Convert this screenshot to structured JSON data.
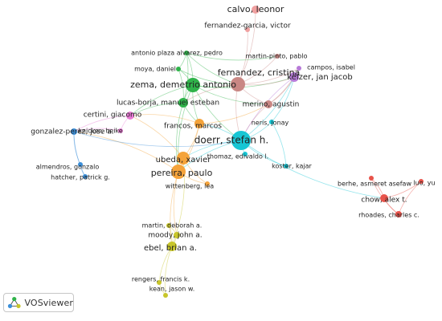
{
  "brand": {
    "name": "VOSviewer",
    "logo_icon": "vosviewer-logo-icon"
  },
  "palette": {
    "red": "#e8534a",
    "green": "#2fb34a",
    "blue": "#3b8fd9",
    "yellow": "#c8c62a",
    "purple": "#b77ad8",
    "cyan": "#17c6d4",
    "orange": "#f5a33a",
    "brown": "#c98784",
    "pink": "#e87ad4",
    "salmon": "#f0a0a0"
  },
  "nodes": [
    {
      "id": "calvo",
      "label": "calvo, leonor",
      "cluster": "salmon",
      "size": 5
    },
    {
      "id": "fgarcia",
      "label": "fernandez-garcia, victor",
      "cluster": "salmon",
      "size": 3
    },
    {
      "id": "antonio",
      "label": "antonio plaza alvarez, pedro",
      "cluster": "green",
      "size": 3
    },
    {
      "id": "moya",
      "label": "moya, daniel",
      "cluster": "green",
      "size": 3
    },
    {
      "id": "zema",
      "label": "zema, demetrio antonio",
      "cluster": "green",
      "size": 9
    },
    {
      "id": "lucas",
      "label": "lucas-borja, manuel esteban",
      "cluster": "green",
      "size": 6
    },
    {
      "id": "martinp",
      "label": "martin-pinto, pablo",
      "cluster": "brown",
      "size": 3
    },
    {
      "id": "fernandez",
      "label": "fernandez, cristina",
      "cluster": "brown",
      "size": 9
    },
    {
      "id": "merino",
      "label": "merino, agustin",
      "cluster": "brown",
      "size": 5
    },
    {
      "id": "campos",
      "label": "campos, isabel",
      "cluster": "purple",
      "size": 3
    },
    {
      "id": "keizer",
      "label": "keizer, jan jacob",
      "cluster": "purple",
      "size": 6
    },
    {
      "id": "certini",
      "label": "certini, giacomo",
      "cluster": "pink",
      "size": 5
    },
    {
      "id": "knicker",
      "label": "knicker, heike",
      "cluster": "pink",
      "size": 3
    },
    {
      "id": "francos",
      "label": "francos, marcos",
      "cluster": "orange",
      "size": 6
    },
    {
      "id": "neris",
      "label": "neris, jonay",
      "cluster": "cyan",
      "size": 3
    },
    {
      "id": "doerr",
      "label": "doerr, stefan h.",
      "cluster": "cyan",
      "size": 12
    },
    {
      "id": "thomaz",
      "label": "thomaz, edivaldo l.",
      "cluster": "cyan",
      "size": 3
    },
    {
      "id": "koster",
      "label": "koster, kajar",
      "cluster": "cyan",
      "size": 3
    },
    {
      "id": "gonzalez",
      "label": "gonzalez-perez, jose a.",
      "cluster": "blue",
      "size": 4
    },
    {
      "id": "almendros",
      "label": "almendros, gonzalo",
      "cluster": "blue",
      "size": 3
    },
    {
      "id": "hatcher",
      "label": "hatcher, patrick g.",
      "cluster": "blue",
      "size": 3
    },
    {
      "id": "ubeda",
      "label": "ubeda, xavier",
      "cluster": "orange",
      "size": 8
    },
    {
      "id": "pereira",
      "label": "pereira, paulo",
      "cluster": "orange",
      "size": 9
    },
    {
      "id": "wittenberg",
      "label": "wittenberg, lea",
      "cluster": "orange",
      "size": 3
    },
    {
      "id": "berhe",
      "label": "berhe, asmeret asefaw",
      "cluster": "red",
      "size": 3
    },
    {
      "id": "luo",
      "label": "luo, yu",
      "cluster": "red",
      "size": 3
    },
    {
      "id": "chow",
      "label": "chow, alex t.",
      "cluster": "red",
      "size": 5
    },
    {
      "id": "rhoades",
      "label": "rhoades, charles c.",
      "cluster": "red",
      "size": 4
    },
    {
      "id": "martind",
      "label": "martin, deborah a.",
      "cluster": "yellow",
      "size": 3
    },
    {
      "id": "moody",
      "label": "moody, john a.",
      "cluster": "yellow",
      "size": 4
    },
    {
      "id": "ebel",
      "label": "ebel, brian a.",
      "cluster": "yellow",
      "size": 6
    },
    {
      "id": "rengers",
      "label": "rengers, francis k.",
      "cluster": "yellow",
      "size": 3
    },
    {
      "id": "kean",
      "label": "kean, jason w.",
      "cluster": "yellow",
      "size": 3
    }
  ],
  "links": [
    [
      "zema",
      "antonio"
    ],
    [
      "zema",
      "moya"
    ],
    [
      "zema",
      "lucas"
    ],
    [
      "zema",
      "fernandez"
    ],
    [
      "zema",
      "merino"
    ],
    [
      "zema",
      "certini"
    ],
    [
      "zema",
      "francos"
    ],
    [
      "zema",
      "doerr"
    ],
    [
      "zema",
      "pereira"
    ],
    [
      "zema",
      "keizer"
    ],
    [
      "lucas",
      "antonio"
    ],
    [
      "lucas",
      "moya"
    ],
    [
      "lucas",
      "francos"
    ],
    [
      "lucas",
      "pereira"
    ],
    [
      "lucas",
      "certini"
    ],
    [
      "moya",
      "antonio"
    ],
    [
      "moya",
      "fernandez"
    ],
    [
      "antonio",
      "fernandez"
    ],
    [
      "antonio",
      "martinp"
    ],
    [
      "fernandez",
      "calvo"
    ],
    [
      "fernandez",
      "fgarcia"
    ],
    [
      "fernandez",
      "merino"
    ],
    [
      "fernandez",
      "keizer"
    ],
    [
      "fernandez",
      "doerr"
    ],
    [
      "fernandez",
      "martinp"
    ],
    [
      "fernandez",
      "campos"
    ],
    [
      "fernandez",
      "lucas"
    ],
    [
      "merino",
      "keizer"
    ],
    [
      "merino",
      "doerr"
    ],
    [
      "merino",
      "campos"
    ],
    [
      "keizer",
      "campos"
    ],
    [
      "keizer",
      "doerr"
    ],
    [
      "doerr",
      "neris"
    ],
    [
      "doerr",
      "thomaz"
    ],
    [
      "doerr",
      "koster"
    ],
    [
      "doerr",
      "ubeda"
    ],
    [
      "doerr",
      "pereira"
    ],
    [
      "doerr",
      "francos"
    ],
    [
      "doerr",
      "chow"
    ],
    [
      "doerr",
      "keizer"
    ],
    [
      "neris",
      "keizer"
    ],
    [
      "koster",
      "neris"
    ],
    [
      "pereira",
      "ubeda"
    ],
    [
      "pereira",
      "wittenberg"
    ],
    [
      "pereira",
      "francos"
    ],
    [
      "pereira",
      "gonzalez"
    ],
    [
      "pereira",
      "ebel"
    ],
    [
      "pereira",
      "moody"
    ],
    [
      "ubeda",
      "francos"
    ],
    [
      "ubeda",
      "certini"
    ],
    [
      "ubeda",
      "wittenberg"
    ],
    [
      "francos",
      "certini"
    ],
    [
      "francos",
      "merino"
    ],
    [
      "certini",
      "knicker"
    ],
    [
      "certini",
      "gonzalez"
    ],
    [
      "knicker",
      "gonzalez"
    ],
    [
      "gonzalez",
      "almendros"
    ],
    [
      "gonzalez",
      "hatcher"
    ],
    [
      "almendros",
      "hatcher"
    ],
    [
      "gonzalez",
      "doerr"
    ],
    [
      "chow",
      "berhe"
    ],
    [
      "chow",
      "luo"
    ],
    [
      "chow",
      "rhoades"
    ],
    [
      "berhe",
      "rhoades"
    ],
    [
      "luo",
      "rhoades"
    ],
    [
      "ebel",
      "moody"
    ],
    [
      "ebel",
      "martind"
    ],
    [
      "ebel",
      "rengers"
    ],
    [
      "ebel",
      "kean"
    ],
    [
      "moody",
      "martind"
    ],
    [
      "rengers",
      "kean"
    ],
    [
      "ebel",
      "ubeda"
    ]
  ]
}
